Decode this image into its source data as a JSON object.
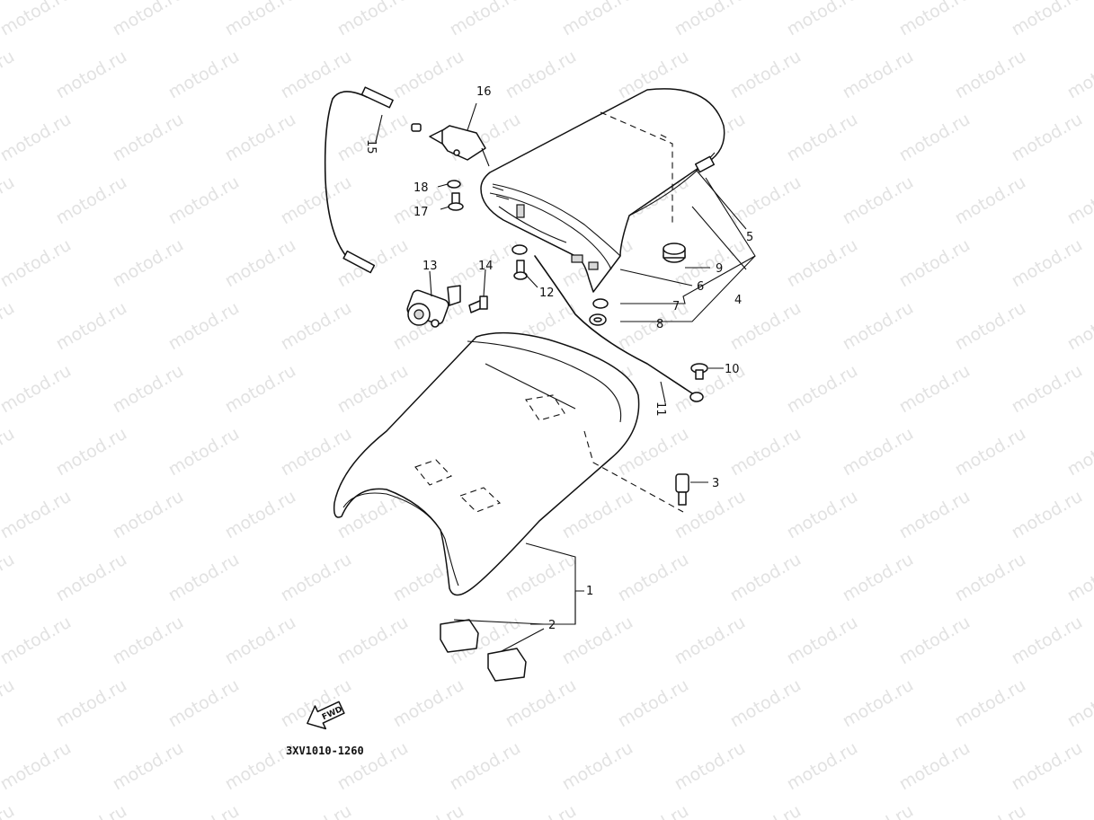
{
  "watermark": {
    "text": "motod.ru"
  },
  "callouts": {
    "n1": "1",
    "n2": "2",
    "n3": "3",
    "n4": "4",
    "n5": "5",
    "n6": "6",
    "n7": "7",
    "n8": "8",
    "n9": "9",
    "n10": "10",
    "n11": "11",
    "n12": "12",
    "n13": "13",
    "n14": "14",
    "n15": "15",
    "n16": "16",
    "n17": "17",
    "n18": "18"
  },
  "forward_arrow": {
    "label": "FWD"
  },
  "diagram_code": "3XV1010-1260",
  "colors": {
    "line": "#111111",
    "watermark": "#e2e2e2",
    "background": "#ffffff"
  }
}
